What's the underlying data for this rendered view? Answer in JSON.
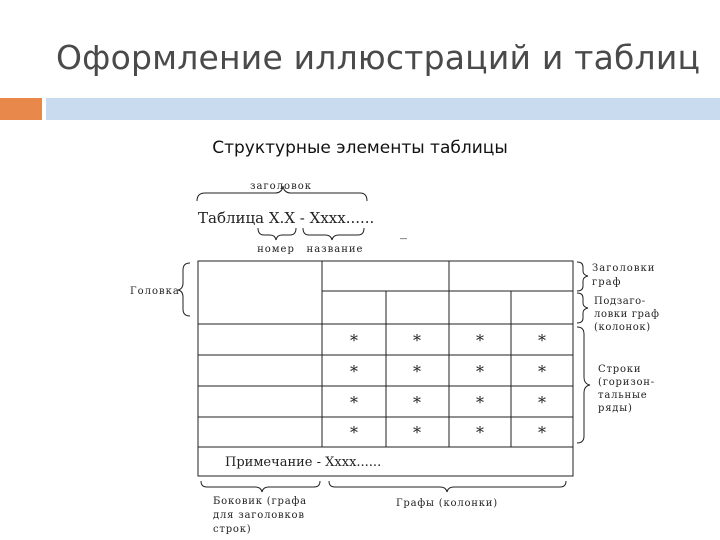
{
  "slide": {
    "title": "Оформление иллюстраций и таблиц",
    "subtitle": "Структурные элементы таблицы"
  },
  "diagram": {
    "label_title_part": "заголовок",
    "table_caption_word": "Таблица",
    "table_caption_number": "Х.Х",
    "table_caption_sep": "-",
    "table_caption_name": "Хххх......",
    "label_number": "номер",
    "label_name": "название",
    "label_head": "Головка",
    "label_column_headers": [
      "Заголовки",
      "граф"
    ],
    "label_subheaders": [
      "Подзаго-",
      "ловки граф",
      "(колонок)"
    ],
    "label_rows": [
      "Строки",
      "(горизон-",
      "тальные",
      "ряды)"
    ],
    "note": "Примечание - Хххх......",
    "label_stub": [
      "Боковик (графа",
      "для заголовков",
      "строк)"
    ],
    "label_columns": "Графы (колонки)",
    "cell_mark": "*",
    "dash": "_"
  }
}
